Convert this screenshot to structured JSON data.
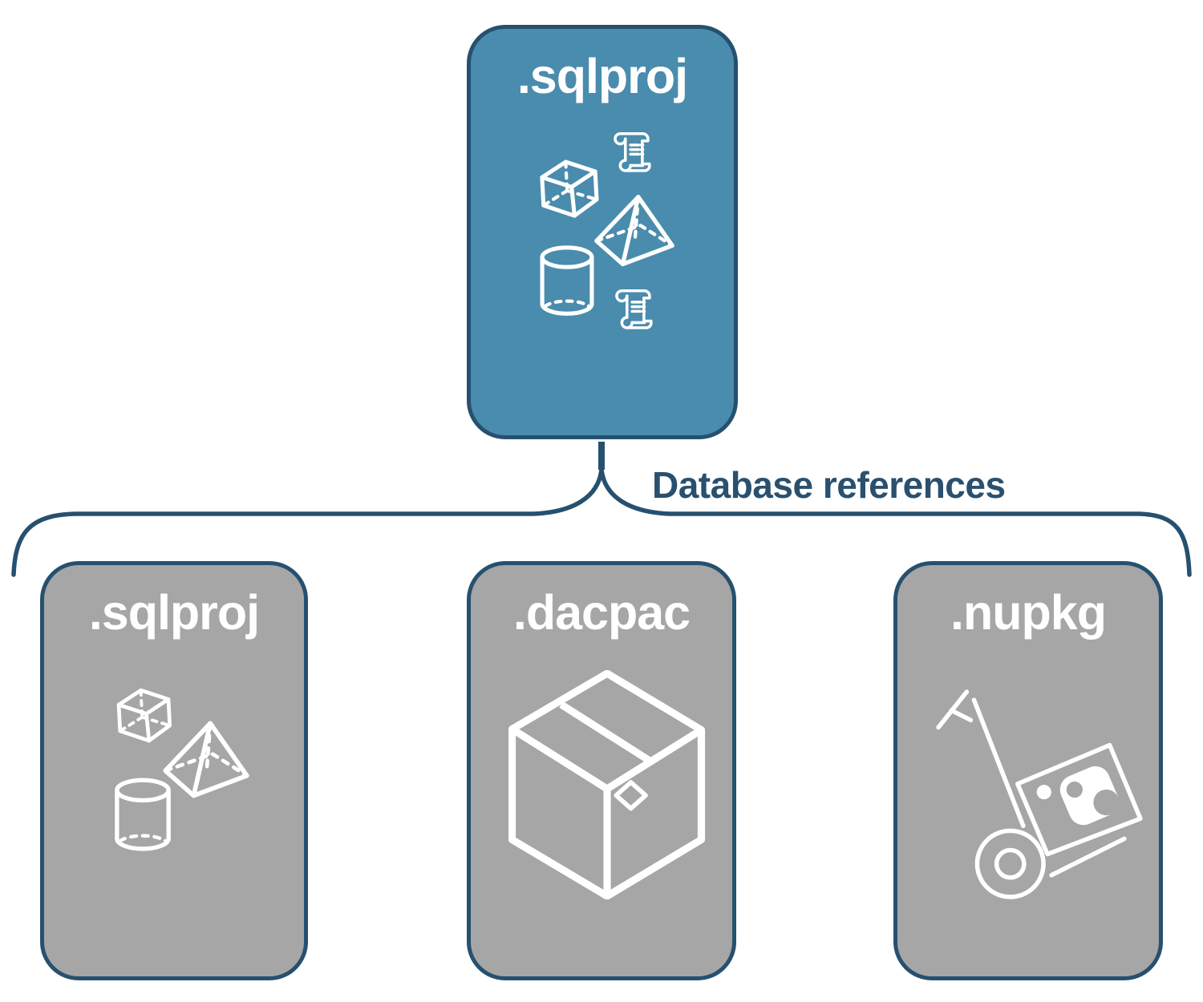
{
  "diagram": {
    "root": {
      "label": ".sqlproj",
      "icons": [
        "scroll-icon",
        "cube-icon",
        "pyramid-icon",
        "cylinder-icon",
        "scroll-icon"
      ]
    },
    "connector": {
      "label": "Database references"
    },
    "children": [
      {
        "label": ".sqlproj",
        "icons": [
          "cube-icon",
          "pyramid-icon",
          "cylinder-icon"
        ]
      },
      {
        "label": ".dacpac",
        "icons": [
          "package-box-icon"
        ]
      },
      {
        "label": ".nupkg",
        "icons": [
          "hand-truck-package-icon"
        ]
      }
    ],
    "colors": {
      "root_fill": "#4A8CAD",
      "child_fill": "#A6A6A6",
      "border": "#26506F",
      "connector_line": "#26506F",
      "label_text": "#2A506E",
      "icon": "#FFFFFF"
    }
  }
}
